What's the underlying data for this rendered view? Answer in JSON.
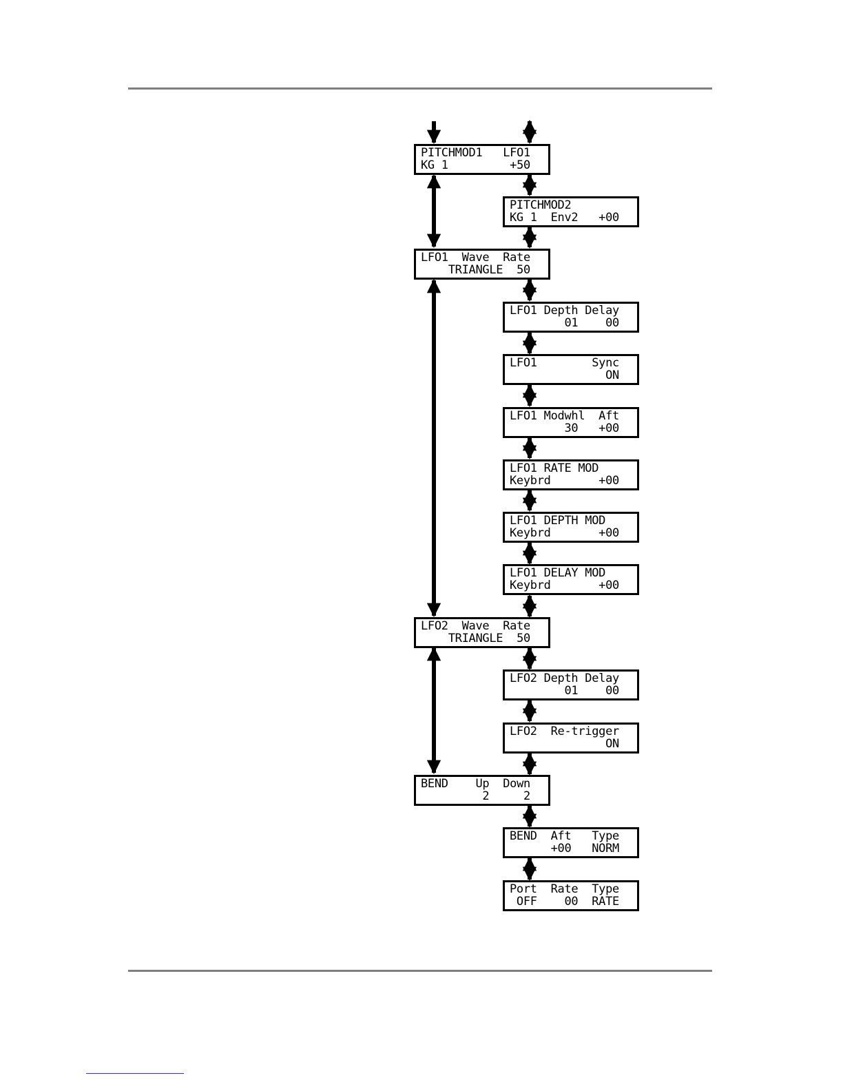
{
  "main_panels": [
    {
      "id": "pitchmod1",
      "line1": "PITCHMOD1   LFO1",
      "line2": "KG 1         +50"
    },
    {
      "id": "lfo1-wave",
      "line1": "LFO1  Wave  Rate",
      "line2": "    TRIANGLE  50"
    },
    {
      "id": "lfo2-wave",
      "line1": "LFO2  Wave  Rate",
      "line2": "    TRIANGLE  50"
    },
    {
      "id": "bend",
      "line1": "BEND    Up  Down",
      "line2": "         2     2"
    }
  ],
  "sub_panels": [
    {
      "id": "pitchmod2",
      "line1": "PITCHMOD2",
      "line2": "KG 1  Env2   +00"
    },
    {
      "id": "lfo1-depth-delay",
      "line1": "LFO1 Depth Delay",
      "line2": "        01    00"
    },
    {
      "id": "lfo1-sync",
      "line1": "LFO1        Sync",
      "line2": "              ON"
    },
    {
      "id": "lfo1-modwhl",
      "line1": "LFO1 Modwhl  Aft",
      "line2": "        30   +00"
    },
    {
      "id": "lfo1-rate-mod",
      "line1": "LFO1 RATE MOD",
      "line2": "Keybrd       +00"
    },
    {
      "id": "lfo1-depth-mod",
      "line1": "LFO1 DEPTH MOD",
      "line2": "Keybrd       +00"
    },
    {
      "id": "lfo1-delay-mod",
      "line1": "LFO1 DELAY MOD",
      "line2": "Keybrd       +00"
    },
    {
      "id": "lfo2-depth-delay",
      "line1": "LFO2 Depth Delay",
      "line2": "        01    00"
    },
    {
      "id": "lfo2-retrigger",
      "line1": "LFO2  Re-trigger",
      "line2": "              ON"
    },
    {
      "id": "bend-aft-type",
      "line1": "BEND  Aft   Type",
      "line2": "      +00   NORM"
    },
    {
      "id": "port-rate-type",
      "line1": "Port  Rate  Type",
      "line2": " OFF    00  RATE"
    }
  ]
}
